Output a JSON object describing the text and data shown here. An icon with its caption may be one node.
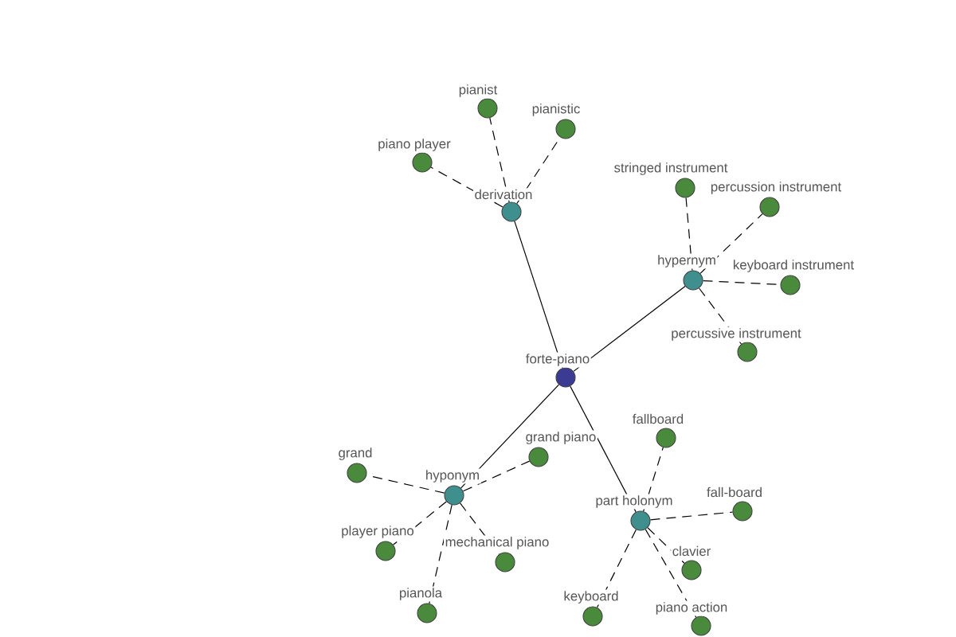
{
  "diagram": {
    "nodes": [
      {
        "text": [
          "forte-piano"
        ]
      },
      {
        "text": [
          "derivation"
        ]
      },
      {
        "text": [
          "piano player"
        ]
      },
      {
        "text": [
          "pianist"
        ]
      },
      {
        "text": [
          "pianistic"
        ]
      },
      {
        "text": [
          "hypernym"
        ]
      },
      {
        "text": [
          "stringed instrument"
        ]
      },
      {
        "text": [
          "percussion instrument"
        ]
      },
      {
        "text": [
          "keyboard instrument"
        ]
      },
      {
        "text": [
          "percussive instrument"
        ]
      },
      {
        "text": [
          "hyponym"
        ]
      },
      {
        "text": [
          "grand piano"
        ]
      },
      {
        "text": [
          "grand"
        ]
      },
      {
        "text": [
          "player piano"
        ]
      },
      {
        "text": [
          "mechanical piano"
        ]
      },
      {
        "text": [
          "pianola"
        ]
      },
      {
        "text": [
          "part holonym"
        ]
      },
      {
        "text": [
          "fallboard"
        ]
      },
      {
        "text": [
          "fall-board"
        ]
      },
      {
        "text": [
          "clavier"
        ]
      },
      {
        "text": [
          "keyboard"
        ]
      },
      {
        "text": [
          "piano action"
        ]
      }
    ],
    "edges": [
      {
        "from": 0,
        "to": 1,
        "arrow": "none"
      },
      {
        "from": 0,
        "to": 5,
        "arrow": "none"
      },
      {
        "from": 0,
        "to": 10,
        "arrow": "none"
      },
      {
        "from": 0,
        "to": 16,
        "arrow": "none"
      },
      {
        "from": 1,
        "to": 2,
        "arrow": "none",
        "style": "dashed"
      },
      {
        "from": 1,
        "to": 3,
        "arrow": "none",
        "style": "dashed"
      },
      {
        "from": 1,
        "to": 4,
        "arrow": "none",
        "style": "dashed"
      },
      {
        "from": 5,
        "to": 6,
        "arrow": "none",
        "style": "dashed"
      },
      {
        "from": 5,
        "to": 7,
        "arrow": "none",
        "style": "dashed"
      },
      {
        "from": 5,
        "to": 8,
        "arrow": "none",
        "style": "dashed"
      },
      {
        "from": 5,
        "to": 9,
        "arrow": "none",
        "style": "dashed"
      },
      {
        "from": 10,
        "to": 11,
        "arrow": "none",
        "style": "dashed"
      },
      {
        "from": 10,
        "to": 12,
        "arrow": "none",
        "style": "dashed"
      },
      {
        "from": 10,
        "to": 13,
        "arrow": "none",
        "style": "dashed"
      },
      {
        "from": 10,
        "to": 14,
        "arrow": "none",
        "style": "dashed"
      },
      {
        "from": 10,
        "to": 15,
        "arrow": "none",
        "style": "dashed"
      },
      {
        "from": 16,
        "to": 17,
        "arrow": "none",
        "style": "dashed"
      },
      {
        "from": 16,
        "to": 18,
        "arrow": "none",
        "style": "dashed"
      },
      {
        "from": 16,
        "to": 19,
        "arrow": "none",
        "style": "dashed"
      },
      {
        "from": 16,
        "to": 20,
        "arrow": "none",
        "style": "dashed"
      },
      {
        "from": 16,
        "to": 21,
        "arrow": "none",
        "style": "dashed"
      }
    ]
  }
}
